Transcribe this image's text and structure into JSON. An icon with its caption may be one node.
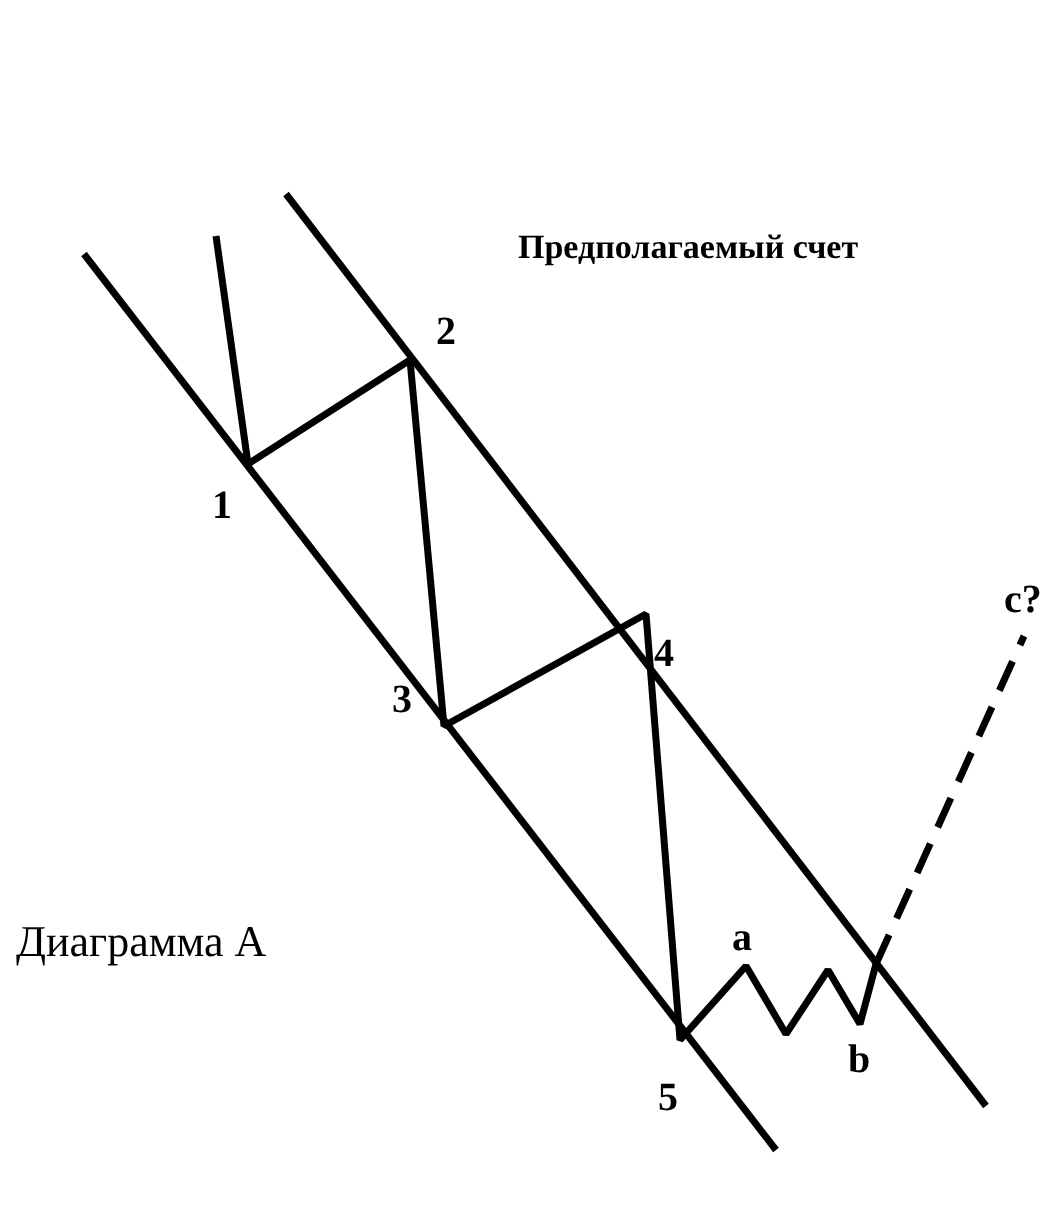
{
  "diagram": {
    "labels": [
      "Предполагаемый счет",
      "2",
      "1",
      "4",
      "3",
      "c?",
      "a",
      "Диаграмма А",
      "b",
      "5"
    ]
  }
}
